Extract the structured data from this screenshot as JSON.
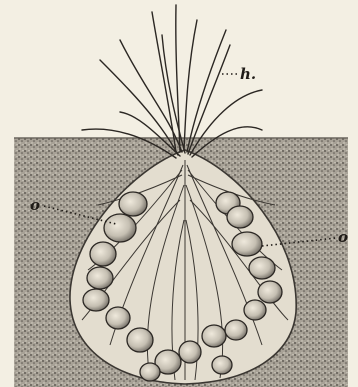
{
  "figure": {
    "labels": {
      "hyphae": "h.",
      "oogonium_left": "o",
      "oogonium_right": "o"
    },
    "colors": {
      "paper": "#f3efe3",
      "ink": "#1f1b17",
      "substrate": "#8f8a80"
    }
  }
}
